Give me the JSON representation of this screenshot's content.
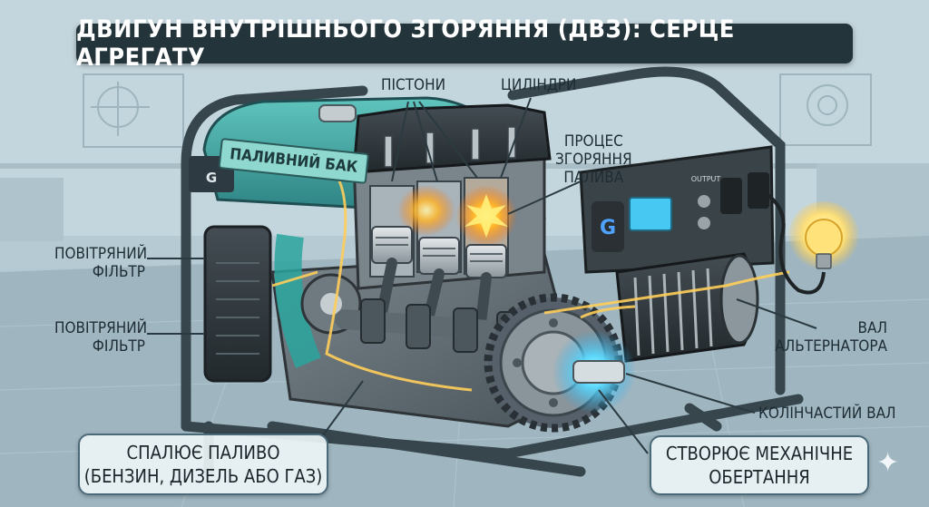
{
  "title": "ДВИГУН ВНУТРІШНЬОГО ЗГОРЯННЯ (ДВЗ): СЕРЦЕ АГРЕГАТУ",
  "labels": {
    "pistons": "ПІСТОНИ",
    "cylinders": "ЦИЛІНДРИ",
    "combustion": [
      "ПРОЦЕС",
      "ЗГОРЯННЯ",
      "ПАЛИВА"
    ],
    "fuel_tank": "ПАЛИВНИЙ БАК",
    "air_filter_1": [
      "ПОВІТРЯНИЙ",
      "ФІЛЬТР"
    ],
    "air_filter_2": [
      "ПОВІТРЯНИЙ",
      "ФІЛЬТР"
    ],
    "alternator_shaft": [
      "ВАЛ",
      "АЛЬТЕРНАТОРА"
    ],
    "crankshaft": "КОЛІНЧАСТИЙ ВАЛ"
  },
  "callouts": {
    "burns_fuel": [
      "СПАЛЮЄ ПАЛИВО",
      "(БЕНЗИН, ДИЗЕЛЬ АБО ГАЗ)"
    ],
    "creates_rotation": [
      "СТВОРЮЄ МЕХАНІЧНЕ",
      "ОБЕРТАННЯ"
    ]
  },
  "panel": {
    "logo": "G",
    "tank_logo": "G",
    "output": "OUTPUT"
  },
  "icons": {
    "corner": "sparkle-icon",
    "bulb": "light-bulb-icon"
  },
  "colors": {
    "frame": "#3b4a52",
    "tank": "#3fa7a3",
    "engine": "#5d6870",
    "flame": "#ff8a1f",
    "energy": "#ffd36b",
    "shaft_glow": "#49d3ff",
    "title_bg": "#24343b"
  }
}
